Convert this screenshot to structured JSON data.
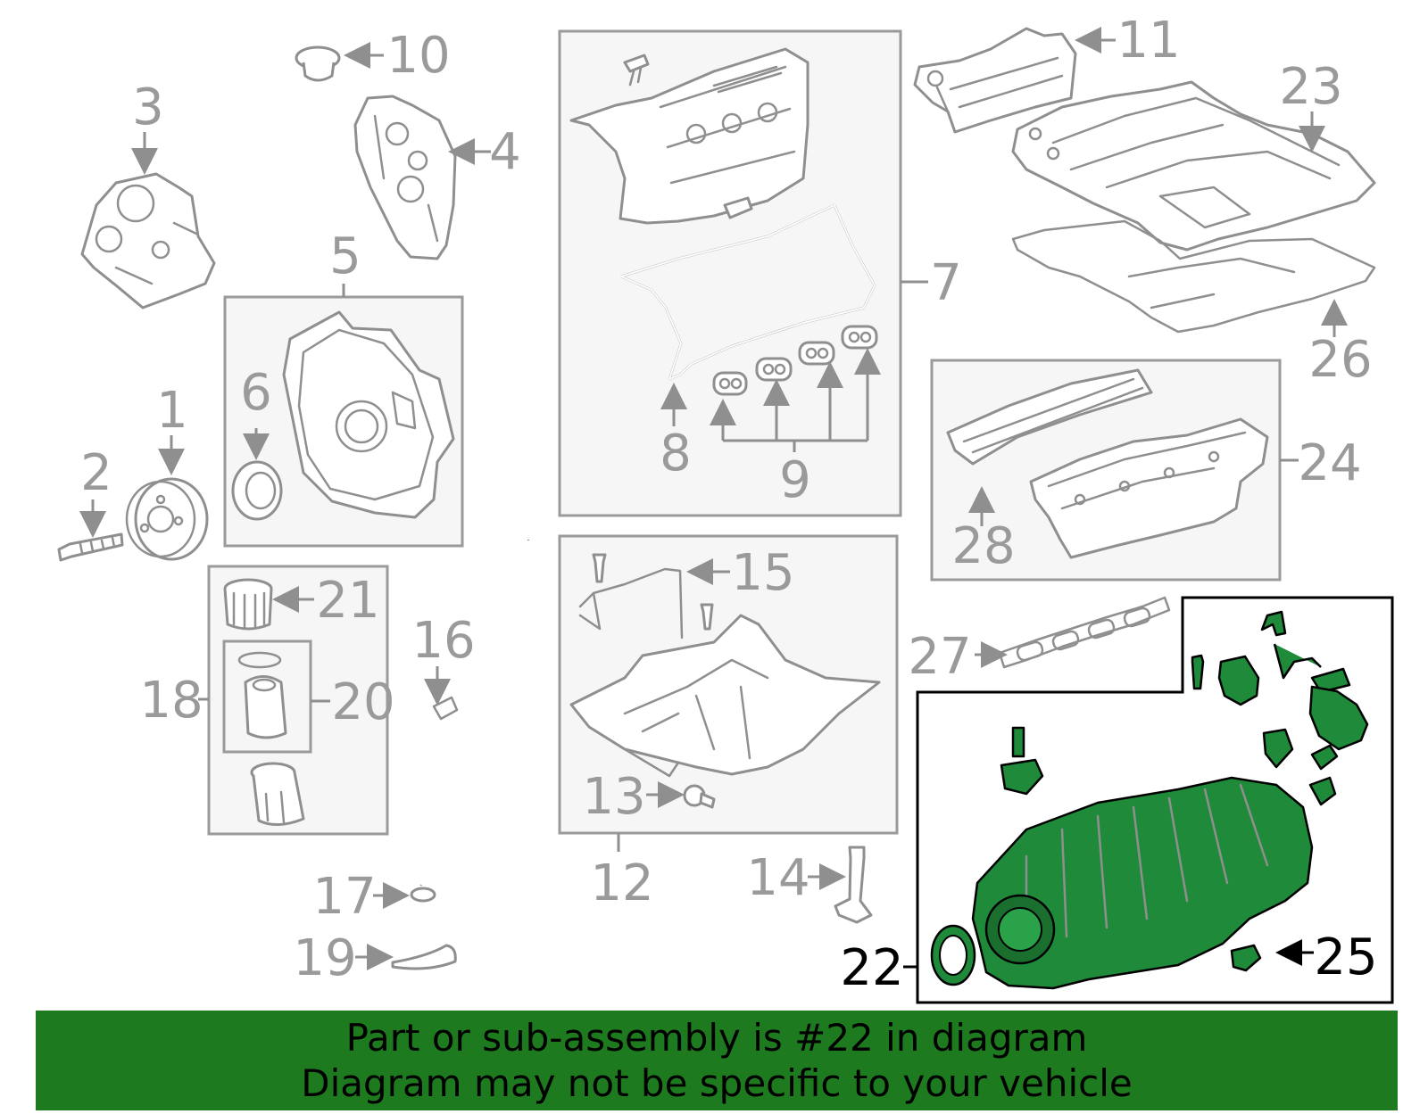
{
  "colors": {
    "highlight_part": "#1f8a3a",
    "banner_background": "#1e7a1e",
    "part_outline": "#8f8f8f",
    "box_fill": "#f6f6f6",
    "banner_text": "#000000"
  },
  "callouts": {
    "c1": "1",
    "c2": "2",
    "c3": "3",
    "c4": "4",
    "c5": "5",
    "c6": "6",
    "c7": "7",
    "c8": "8",
    "c9": "9",
    "c10": "10",
    "c11": "11",
    "c12": "12",
    "c13": "13",
    "c14": "14",
    "c15": "15",
    "c16": "16",
    "c17": "17",
    "c18": "18",
    "c19": "19",
    "c20": "20",
    "c21": "21",
    "c22": "22",
    "c23": "23",
    "c24": "24",
    "c25": "25",
    "c26": "26",
    "c27": "27",
    "c28": "28"
  },
  "highlighted_part": "22",
  "banner": {
    "line1": "Part or sub-assembly is #22 in diagram",
    "line2": "Diagram may not be specific to your vehicle"
  }
}
